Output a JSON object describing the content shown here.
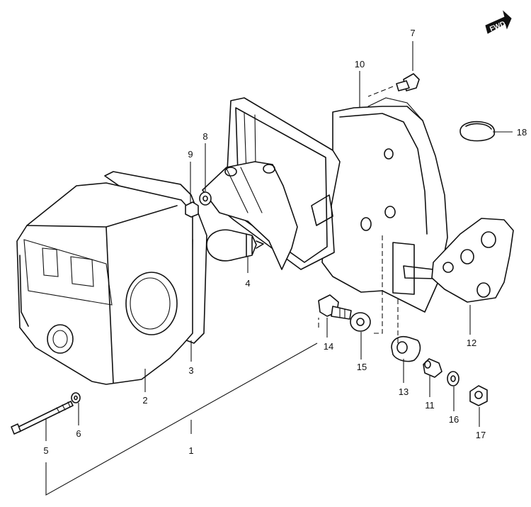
{
  "diagram": {
    "fwd_badge": "FWD",
    "callouts": [
      {
        "id": "1",
        "text": "1"
      },
      {
        "id": "2",
        "text": "2"
      },
      {
        "id": "3",
        "text": "3"
      },
      {
        "id": "4",
        "text": "4"
      },
      {
        "id": "5",
        "text": "5"
      },
      {
        "id": "6",
        "text": "6"
      },
      {
        "id": "7",
        "text": "7"
      },
      {
        "id": "8",
        "text": "8"
      },
      {
        "id": "9",
        "text": "9"
      },
      {
        "id": "10",
        "text": "10"
      },
      {
        "id": "11",
        "text": "11"
      },
      {
        "id": "12",
        "text": "12"
      },
      {
        "id": "13",
        "text": "13"
      },
      {
        "id": "14",
        "text": "14"
      },
      {
        "id": "15",
        "text": "15"
      },
      {
        "id": "16",
        "text": "16"
      },
      {
        "id": "17",
        "text": "17"
      },
      {
        "id": "18",
        "text": "18"
      }
    ]
  }
}
